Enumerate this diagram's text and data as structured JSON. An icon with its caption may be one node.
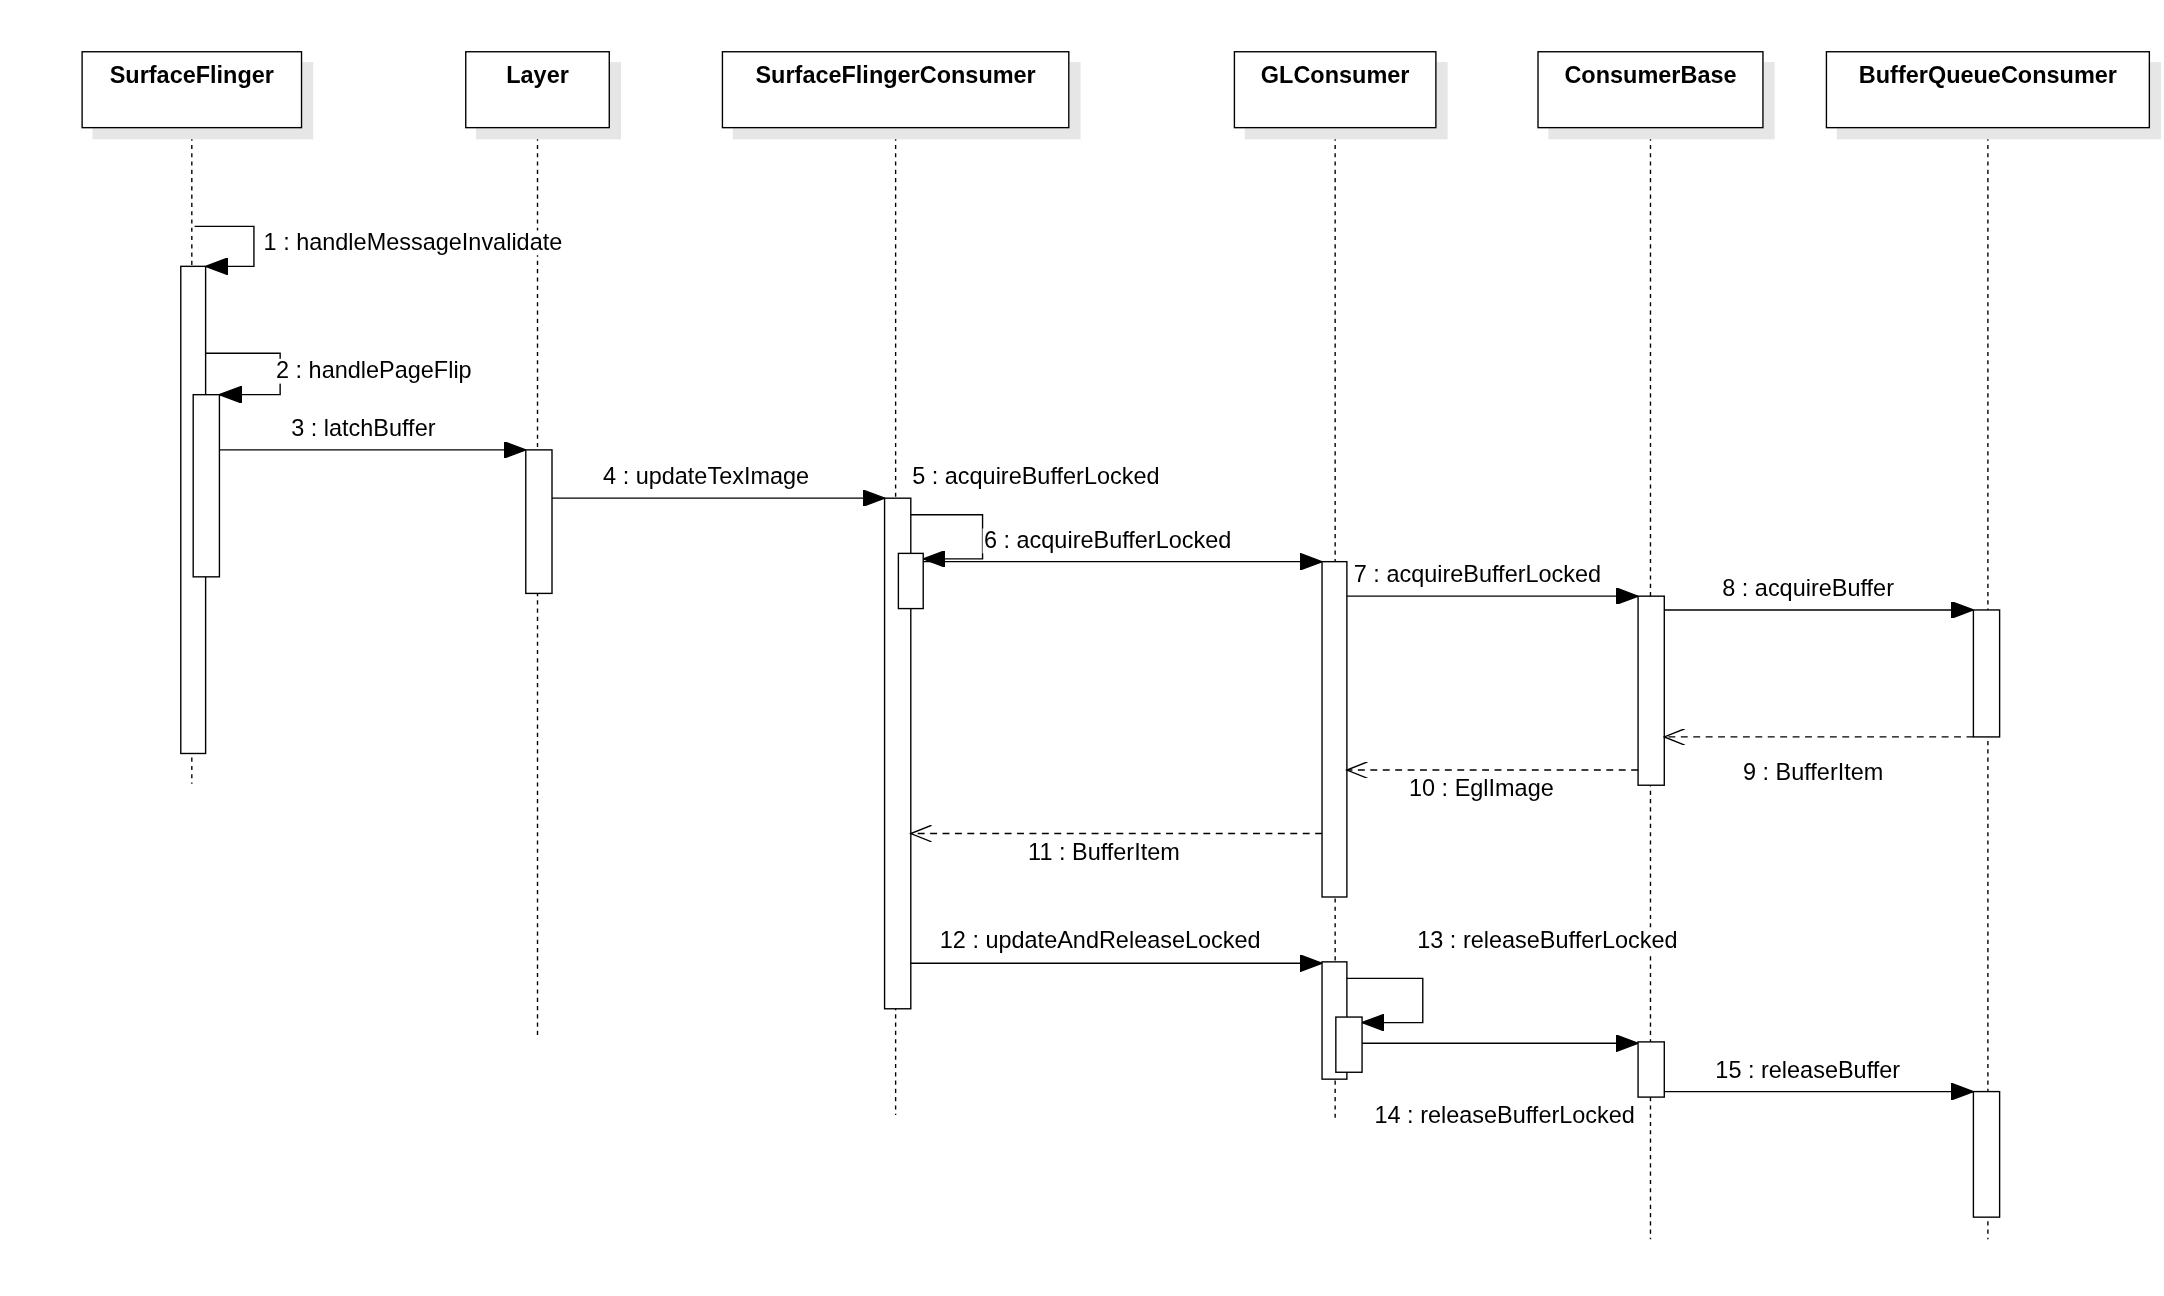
{
  "diagram": {
    "nodes": [
      {
        "text": [
          "SurfaceFlinger"
        ]
      },
      {
        "text": [
          "Layer"
        ]
      },
      {
        "text": [
          "SurfaceFlingerConsumer"
        ]
      },
      {
        "text": [
          "GLConsumer"
        ]
      },
      {
        "text": [
          "ConsumerBase"
        ]
      },
      {
        "text": [
          "BufferQueueConsumer"
        ]
      },
      {
        "text": [],
        "shape": "bar"
      },
      {
        "text": [],
        "shape": "bar"
      },
      {
        "text": [],
        "shape": "bar"
      },
      {
        "text": [],
        "shape": "bar"
      },
      {
        "text": [],
        "shape": "bar"
      },
      {
        "text": [],
        "shape": "bar"
      },
      {
        "text": [],
        "shape": "bar"
      },
      {
        "text": [],
        "shape": "bar"
      },
      {
        "text": [],
        "shape": "bar"
      },
      {
        "text": [],
        "shape": "bar"
      },
      {
        "text": [],
        "shape": "bar"
      },
      {
        "text": [],
        "shape": "bar"
      }
    ],
    "edges": [
      {
        "from": null,
        "to": 6,
        "arrow": "to",
        "label": "1 : handleMessageInvalidate"
      },
      {
        "from": 6,
        "to": 7,
        "arrow": "to",
        "label": "2 : handlePageFlip"
      },
      {
        "from": 7,
        "to": 8,
        "arrow": "to",
        "label": "3 : latchBuffer"
      },
      {
        "from": 8,
        "to": 9,
        "arrow": "to",
        "label": "4 : updateTexImage"
      },
      {
        "from": 9,
        "to": 10,
        "arrow": "to",
        "label": "5 : acquireBufferLocked"
      },
      {
        "from": 10,
        "to": 11,
        "arrow": "to",
        "label": "6 : acquireBufferLocked"
      },
      {
        "from": 11,
        "to": 12,
        "arrow": "to",
        "label": "7 : acquireBufferLocked"
      },
      {
        "from": 12,
        "to": 13,
        "arrow": "to",
        "label": "8 : acquireBuffer"
      },
      {
        "from": 13,
        "to": 12,
        "arrow": "to",
        "style": "dashed",
        "label": "9 : BufferItem"
      },
      {
        "from": 12,
        "to": 11,
        "arrow": "to",
        "style": "dashed",
        "label": "10 : EglImage"
      },
      {
        "from": 11,
        "to": 9,
        "arrow": "to",
        "style": "dashed",
        "label": "11 : BufferItem"
      },
      {
        "from": 9,
        "to": 14,
        "arrow": "to",
        "label": "12 : updateAndReleaseLocked"
      },
      {
        "from": 14,
        "to": 15,
        "arrow": "to",
        "label": "13 : releaseBufferLocked"
      },
      {
        "from": 15,
        "to": 16,
        "arrow": "to",
        "label": "14 : releaseBufferLocked"
      },
      {
        "from": 16,
        "to": 17,
        "arrow": "to",
        "label": "15 : releaseBuffer"
      }
    ]
  }
}
